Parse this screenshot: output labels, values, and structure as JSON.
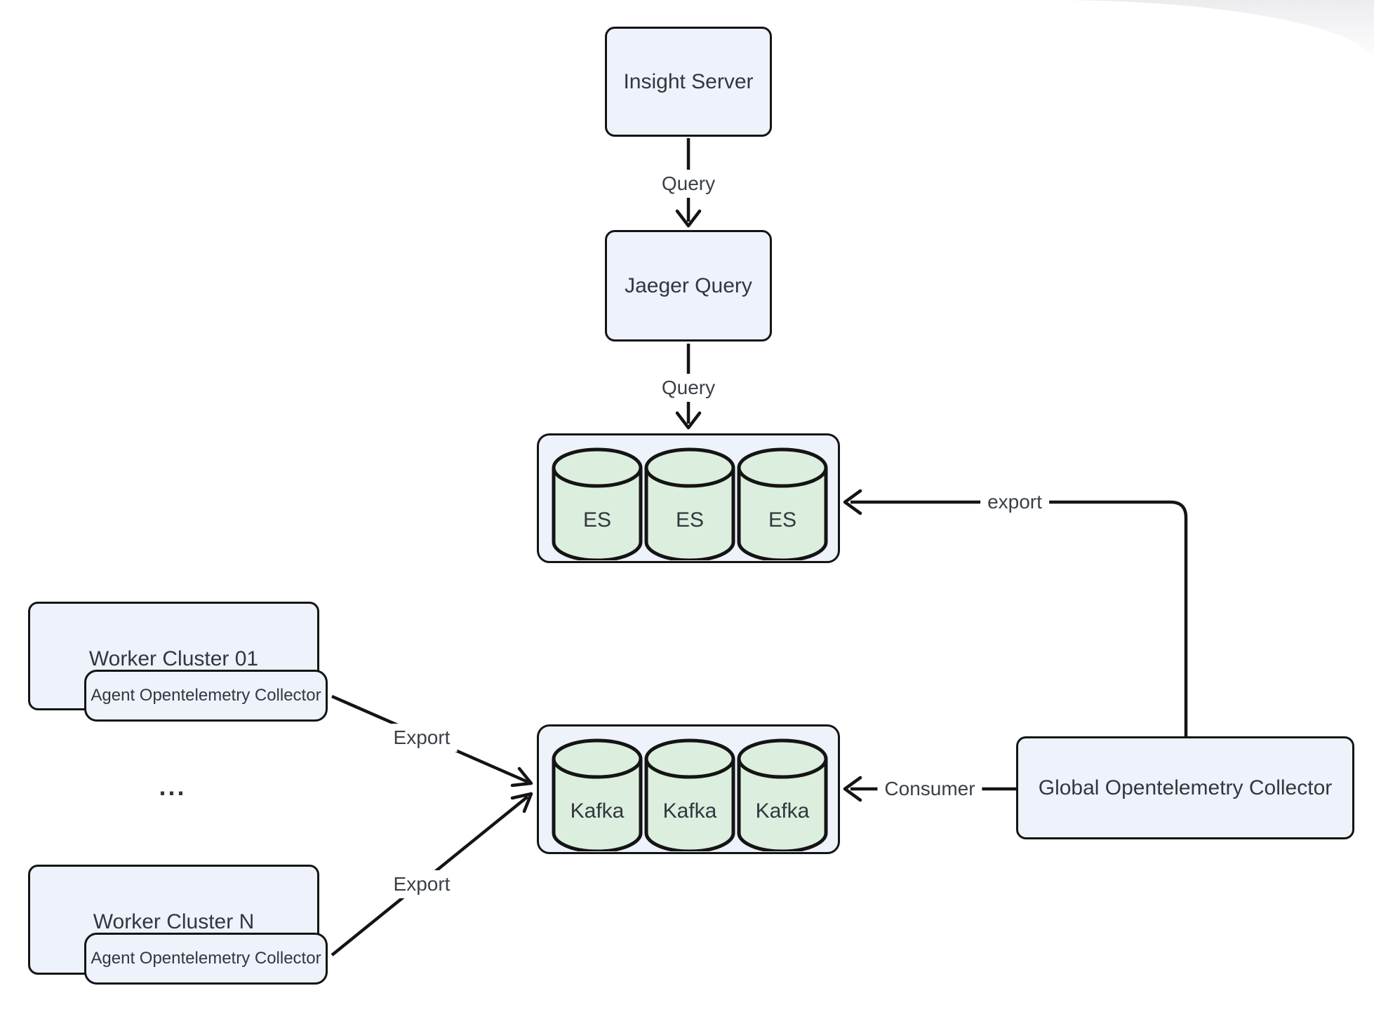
{
  "colors": {
    "node_fill": "#edf2fb",
    "cylinder_fill": "#dceede",
    "line": "#141414",
    "text": "#32373f",
    "corner_shade": "#ececee"
  },
  "nodes": {
    "insight_server": {
      "label": "Insight Server"
    },
    "jaeger_query": {
      "label": "Jaeger Query"
    },
    "es_cluster": {
      "nodes": [
        "ES",
        "ES",
        "ES"
      ]
    },
    "kafka_cluster": {
      "nodes": [
        "Kafka",
        "Kafka",
        "Kafka"
      ]
    },
    "worker_cluster_01": {
      "label": "Worker Cluster 01",
      "agent_label": "Agent Opentelemetry Collector"
    },
    "ellipsis": "...",
    "worker_cluster_n": {
      "label": "Worker Cluster N",
      "agent_label": "Agent Opentelemetry Collector"
    },
    "global_collector": {
      "label": "Global Opentelemetry Collector"
    }
  },
  "edges": {
    "query_1": "Query",
    "query_2": "Query",
    "export_top": "Export",
    "export_bottom": "Export",
    "consumer": "Consumer",
    "export_right": "export"
  }
}
